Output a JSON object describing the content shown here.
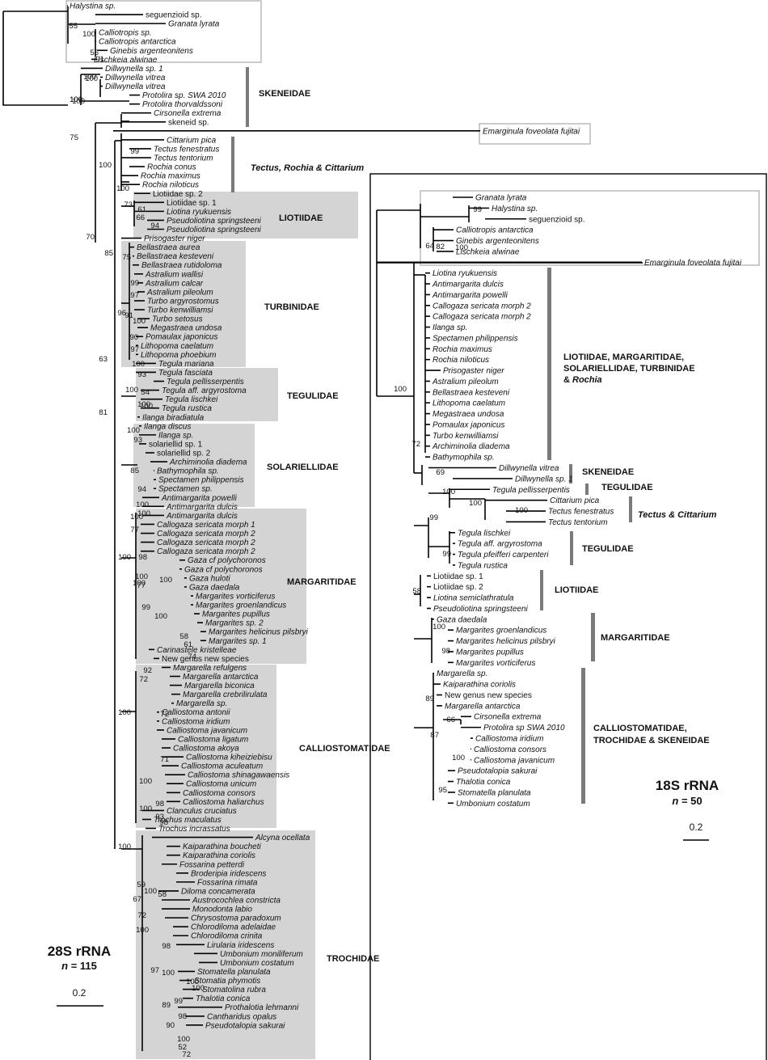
{
  "tree28": {
    "taxa": [
      "Halystina sp.",
      "seguenzioid sp.",
      "Granata lyrata",
      "Calliotropis sp.",
      "Calliotropis antarctica",
      "Ginebis argenteonitens",
      "Lischkeia alwinae",
      "Dillwynella sp. 1",
      "Dillwynella vitrea",
      "Dillwynella vitrea",
      "Protolira sp. SWA 2010",
      "Protolira thorvaldssoni",
      "Cirsonella extrema",
      "skeneid sp.",
      "Emarginula foveolata fujitai",
      "Cittarium pica",
      "Tectus fenestratus",
      "Tectus tentorium",
      "Rochia conus",
      "Rochia maximus",
      "Rochia niloticus",
      "Liotiidae sp. 2",
      "Liotiidae sp. 1",
      "Liotina ryukuensis",
      "Pseudoliotina springsteeni",
      "Pseudoliotina springsteeni",
      "Prisogaster niger",
      "Bellastraea aurea",
      "Bellastraea kesteveni",
      "Bellastraea rutidoloma",
      "Astralium wallisi",
      "Astralium calcar",
      "Astralium pileolum",
      "Turbo argyrostomus",
      "Turbo kenwilliamsi",
      "Turbo setosus",
      "Megastraea undosa",
      "Pomaulax japonicus",
      "Lithopoma caelatum",
      "Lithopoma phoebium",
      "Tegula mariana",
      "Tegula fasciata",
      "Tegula pellisserpentis",
      "Tegula aff. argyrostoma",
      "Tegula lischkei",
      "Tegula rustica",
      "Ilanga biradiatula",
      "Ilanga discus",
      "Ilanga sp.",
      "solariellid sp. 1",
      "solariellid sp. 2",
      "Archiminolia diadema",
      "Bathymophila sp.",
      "Spectamen philippensis",
      "Spectamen sp.",
      "Antimargarita powelli",
      "Antimargarita dulcis",
      "Antimargarita dulcis",
      "Callogaza sericata morph 1",
      "Callogaza sericata morph 2",
      "Callogaza sericata morph 2",
      "Callogaza sericata morph 2",
      "Gaza cf polychoronos",
      "Gaza cf polychoronos",
      "Gaza huloti",
      "Gaza daedala",
      "Margarites vorticiferus",
      "Margarites groenlandicus",
      "Margarites pupillus",
      "Margarites sp. 2",
      "Margarites helicinus pilsbryi",
      "Margarites sp. 1",
      "Carinastele kristelleae",
      "New genus new species",
      "Margarella refulgens",
      "Margarella antarctica",
      "Margarella biconica",
      "Margarella crebrilirulata",
      "Margarella sp.",
      "Calliostoma antonii",
      "Calliostoma iridium",
      "Calliostoma javanicum",
      "Calliostoma ligatum",
      "Calliostoma akoya",
      "Calliostoma kiheiziebisu",
      "Calliostoma aculeatum",
      "Calliostoma shinagawaensis",
      "Calliostoma unicum",
      "Calliostoma consors",
      "Calliostoma haliarchus",
      "Clanculus cruciatus",
      "Trochus maculatus",
      "Trochus incrassatus",
      "Alcyna ocellata",
      "Kaiparathina boucheti",
      "Kaiparathina coriolis",
      "Fossarina petterdi",
      "Broderipia iridescens",
      "Fossarina rimata",
      "Diloma concamerata",
      "Austrocochlea constricta",
      "Monodonta labio",
      "Chrysostoma paradoxum",
      "Chlorodiloma adelaidae",
      "Chlorodiloma crinita",
      "Lirularia iridescens",
      "Umbonium moniliferum",
      "Umbonium costatum",
      "Stomatella planulata",
      "Stomatia phymotis",
      "Stomatolina rubra",
      "Thalotia conica",
      "Prothalotia lehmanni",
      "Cantharidus opalus",
      "Pseudotalopia sakurai"
    ],
    "support": [
      "55",
      "100",
      "56",
      "91",
      "100",
      "100",
      "100",
      "100",
      "100",
      "75",
      "70",
      "63",
      "81",
      "99",
      "100",
      "100",
      "73",
      "61",
      "66",
      "94",
      "85",
      "75",
      "99",
      "97",
      "96",
      "91",
      "100",
      "90",
      "97",
      "100",
      "93",
      "100",
      "54",
      "100",
      "100",
      "100",
      "93",
      "85",
      "94",
      "100",
      "100",
      "100",
      "77",
      "100",
      "98",
      "100",
      "100",
      "77",
      "99",
      "100",
      "58",
      "61",
      "74",
      "100",
      "92",
      "72",
      "100",
      "72",
      "100",
      "71",
      "100",
      "98",
      "93",
      "98",
      "100",
      "59",
      "100",
      "58",
      "67",
      "72",
      "100",
      "98",
      "100",
      "100",
      "100",
      "97",
      "99",
      "89",
      "98",
      "90",
      "100",
      "52",
      "72"
    ],
    "families": [
      "SKENEIDAE",
      "Tectus, Rochia & Cittarium",
      "LIOTIIDAE",
      "TURBINIDAE",
      "TEGULIDAE",
      "SOLARIELLIDAE",
      "MARGARITIDAE",
      "CALLIOSTOMATIDAE",
      "TROCHIDAE"
    ],
    "title": "28S rRNA",
    "n_label": "n",
    "n_value": "= 115",
    "scale": "0.2"
  },
  "tree18": {
    "taxa": [
      "Granata lyrata",
      "Halystina sp.",
      "seguenzioid sp.",
      "Calliotropis antarctica",
      "Ginebis argenteonitens",
      "Lischkeia alwinae",
      "Emarginula foveolata fujitai",
      "Liotina ryukuensis",
      "Antimargarita dulcis",
      "Antimargarita powelli",
      "Callogaza sericata morph 2",
      "Callogaza sericata morph 2",
      "Ilanga sp.",
      "Spectamen philippensis",
      "Rochia maximus",
      "Rochia niloticus",
      "Prisogaster niger",
      "Astralium pileolum",
      "Bellastraea kesteveni",
      "Lithopoma caelatum",
      "Megastraea undosa",
      "Pomaulax japonicus",
      "Turbo kenwilliamsi",
      "Archiminolia diadema",
      "Bathymophila sp.",
      "Dillwynella vitrea",
      "Dillwynella sp. 1",
      "Tegula pellisserpentis",
      "Cittarium pica",
      "Tectus fenestratus",
      "Tectus tentorium",
      "Tegula lischkei",
      "Tegula aff. argyrostoma",
      "Tegula pfeifferi carpenteri",
      "Tegula rustica",
      "Liotiidae sp. 1",
      "Liotiidae sp. 2",
      "Liotina semiclathratula",
      "Pseudoliotina springsteeni",
      "Gaza daedala",
      "Margarites groenlandicus",
      "Margarites helicinus pilsbryi",
      "Margarites pupillus",
      "Margarites vorticiferus",
      "Margarella sp.",
      "Kaiparathina coriolis",
      "New genus new species",
      "Margarella antarctica",
      "Cirsonella extrema",
      "Protolira sp SWA 2010",
      "Calliostoma iridium",
      "Calliostoma consors",
      "Calliostoma javanicum",
      "Pseudotalopia sakurai",
      "Thalotia conica",
      "Stomatella planulata",
      "Umbonium costatum"
    ],
    "support": [
      "99",
      "64",
      "82",
      "100",
      "72",
      "69",
      "100",
      "100",
      "100",
      "99",
      "99",
      "58",
      "100",
      "98",
      "89",
      "66",
      "87",
      "100",
      "95"
    ],
    "families": [
      "LIOTIIDAE, MARGARITIDAE,",
      "SOLARIELLIDAE, TURBINIDAE",
      "& ",
      "Rochia",
      "SKENEIDAE",
      "TEGULIDAE",
      "Tectus & Cittarium",
      "TEGULIDAE",
      "LIOTIIDAE",
      "MARGARITIDAE",
      "CALLIOSTOMATIDAE,",
      "TROCHIDAE & SKENEIDAE"
    ],
    "title": "18S rRNA",
    "n_label": "n",
    "n_value": "= 50",
    "scale": "0.2"
  },
  "colors": {
    "group_fill": "#d4d4d4",
    "bar": "#7a7a7a",
    "outgroup_border": "#bbbbbb"
  }
}
